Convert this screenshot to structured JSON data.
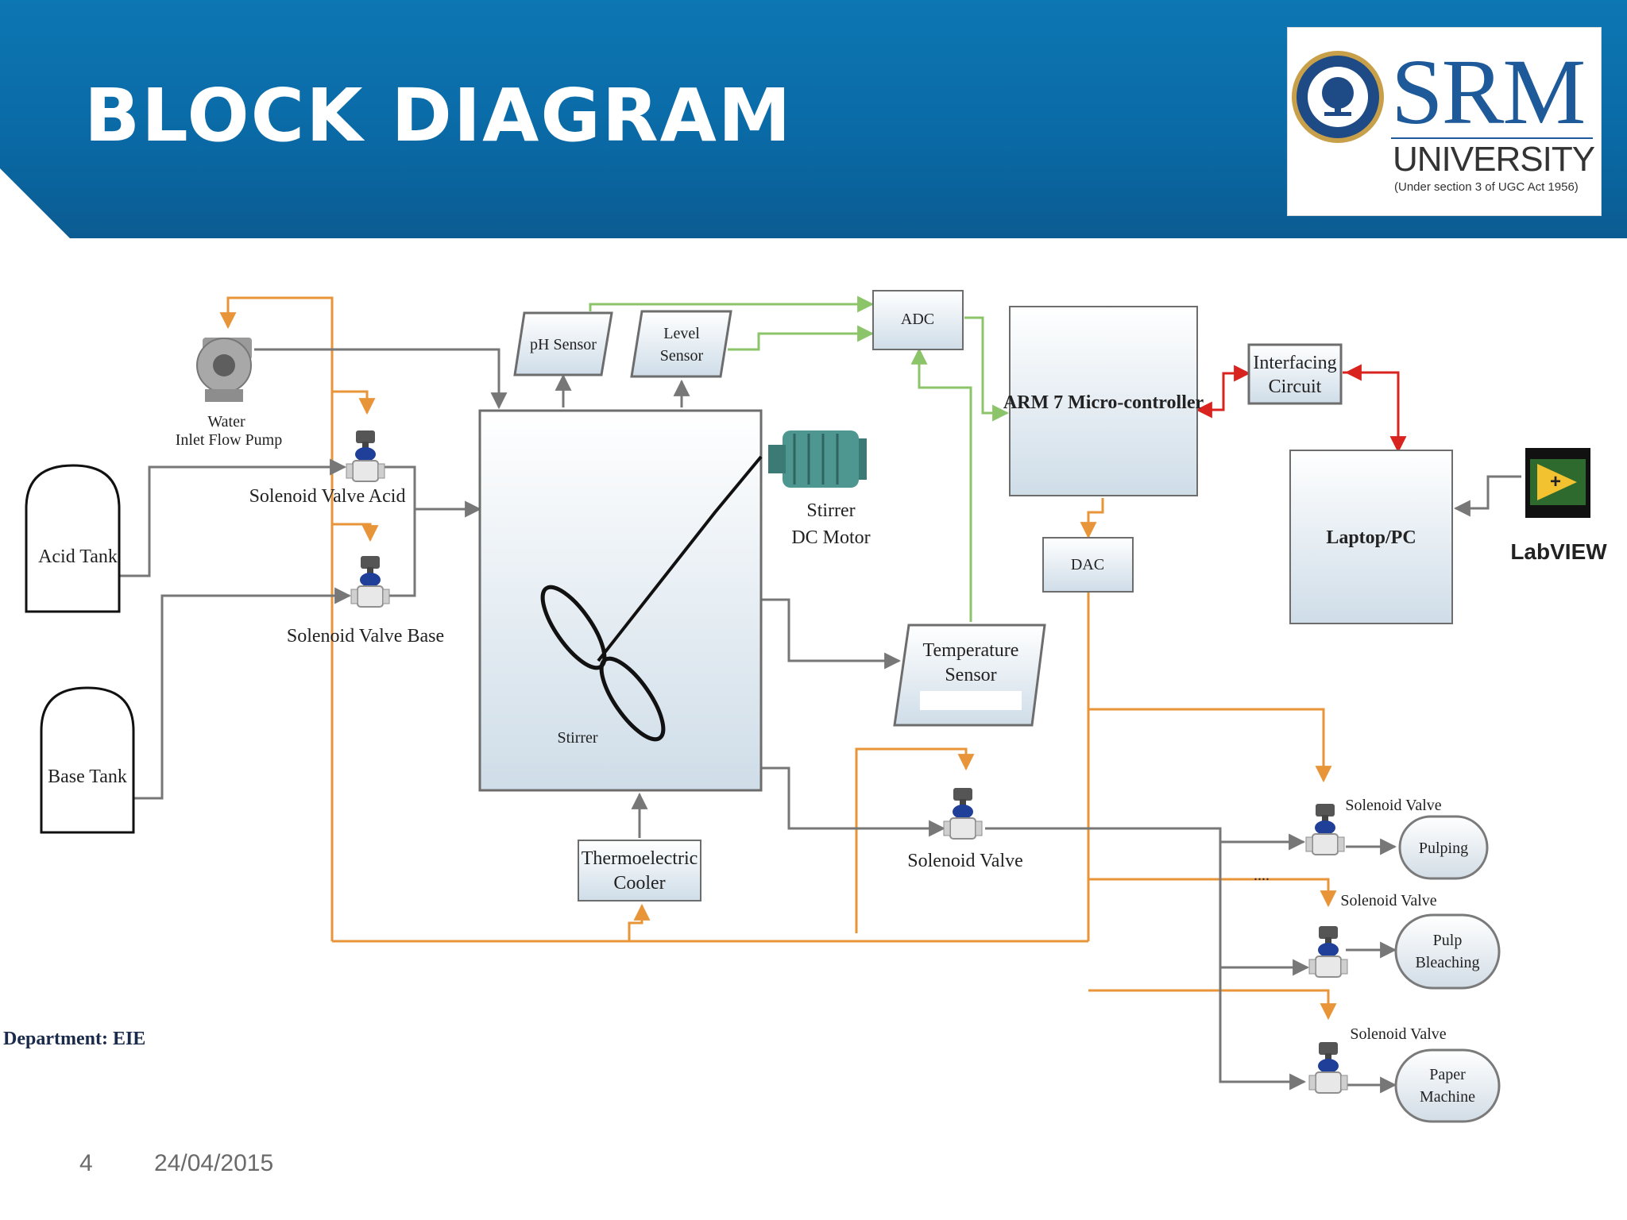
{
  "slide": {
    "title": "BLOCK DIAGRAM",
    "department": "Department: EIE",
    "page_number": "4",
    "date": "24/04/2015"
  },
  "logo": {
    "name": "SRM",
    "subtitle": "UNIVERSITY",
    "note": "(Under section 3 of UGC Act 1956)"
  },
  "diagram": {
    "blocks": {
      "ph_sensor": "pH Sensor",
      "level_sensor": [
        "Level",
        "Sensor"
      ],
      "adc": "ADC",
      "microcontroller": "ARM 7 Micro-controller",
      "interfacing": [
        "Interfacing",
        "Circuit"
      ],
      "laptop": "Laptop/PC",
      "labview": "LabVIEW",
      "dac": "DAC",
      "temperature_sensor": [
        "Temperature",
        "Sensor"
      ],
      "thermoelectric_cooler": [
        "Thermoelectric",
        "Cooler"
      ],
      "acid_tank": "Acid Tank",
      "base_tank": "Base Tank",
      "stirrer": "Stirrer",
      "pulping": "Pulping",
      "pulp_bleaching": [
        "Pulp",
        "Bleaching"
      ],
      "paper_machine": [
        "Paper",
        "Machine"
      ]
    },
    "labels": {
      "pump": [
        "Water",
        "Inlet Flow Pump"
      ],
      "valve_acid": "Solenoid Valve Acid",
      "valve_base": "Solenoid Valve Base",
      "stirrer_motor": [
        "Stirrer",
        "DC Motor"
      ],
      "valve_main": "Solenoid Valve",
      "valve_1": "Solenoid Valve",
      "valve_2": "Solenoid Valve",
      "valve_3": "Solenoid Valve",
      "ellipsis": "...."
    },
    "colors": {
      "pipe": "#777777",
      "control_orange": "#e8953a",
      "signal_green": "#8cc46a",
      "link_red": "#d9231f",
      "block_fill_top": "#ffffff",
      "block_fill_bottom": "#cfdde8"
    }
  }
}
